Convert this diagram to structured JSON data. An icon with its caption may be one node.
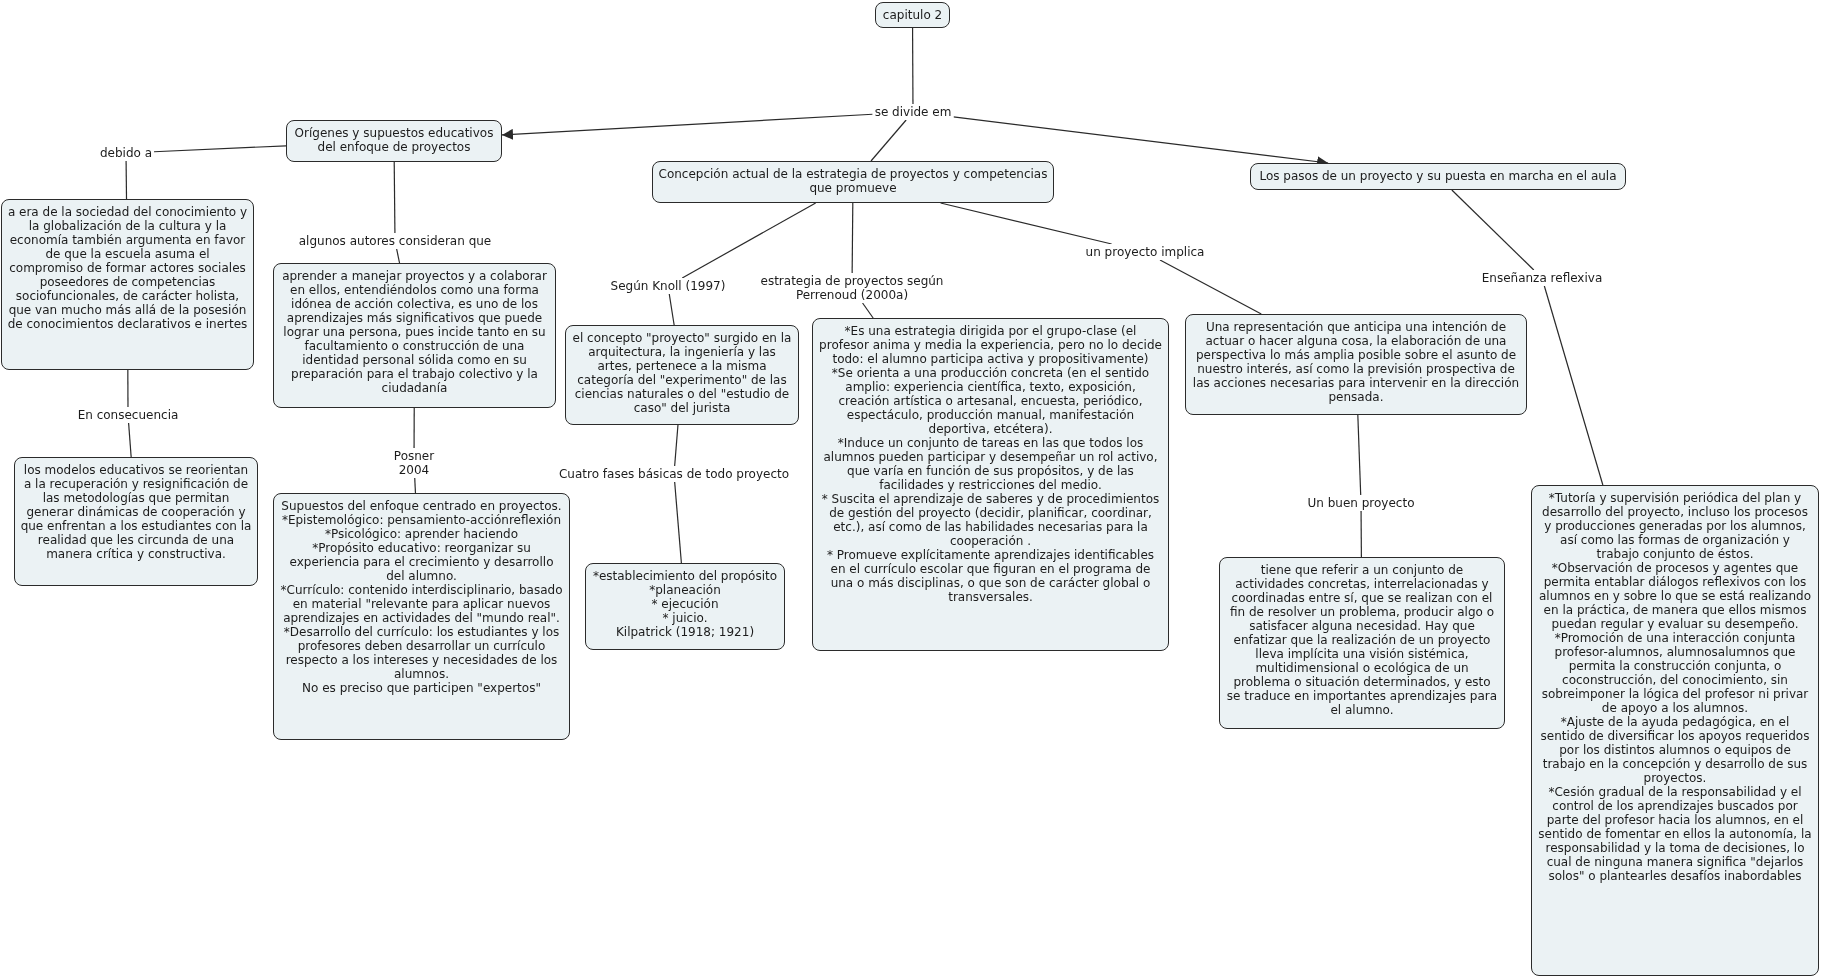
{
  "diagram": {
    "nodes": [
      {
        "text": [
          "capitulo 2"
        ]
      },
      {
        "text": [
          "se divide em"
        ]
      },
      {
        "text": [
          "Orígenes y supuestos educativos del enfoque de proyectos"
        ]
      },
      {
        "text": [
          "Concepción actual de la estrategia de proyectos y competencias que promueve"
        ]
      },
      {
        "text": [
          "Los pasos de un proyecto y su puesta en marcha en el aula"
        ]
      },
      {
        "text": [
          "debido a"
        ]
      },
      {
        "text": [
          "algunos autores consideran que"
        ]
      },
      {
        "text": [
          "Según Knoll (1997)"
        ]
      },
      {
        "text": [
          "estrategia de proyectos según Perrenoud (2000a)"
        ]
      },
      {
        "text": [
          "un proyecto implica"
        ]
      },
      {
        "text": [
          "Enseñanza reflexiva"
        ]
      },
      {
        "text": [
          "a era de la sociedad del conocimiento y la globalización de la cultura y la economía también argumenta en favor de que la escuela asuma el compromiso de formar actores sociales poseedores de competencias sociofuncionales, de carácter holista, que van mucho más allá de la posesión de conocimientos declarativos e inertes"
        ]
      },
      {
        "text": [
          "aprender a manejar proyectos y a colaborar en ellos, entendiéndolos como una forma idónea de acción colectiva, es uno de los aprendizajes más significativos que puede lograr una persona, pues incide tanto en su facultamiento o construcción de una identidad personal sólida como en su preparación para el trabajo colectivo y la ciudadanía"
        ]
      },
      {
        "text": [
          "el concepto \"proyecto\" surgido en la arquitectura, la ingeniería y las artes, pertenece a la misma categoría del \"experimento\" de las ciencias naturales o del \"estudio de caso\" del jurista"
        ]
      },
      {
        "text": [
          "*Es una estrategia dirigida por el grupo-clase (el profesor anima y media la experiencia, pero no lo decide todo: el alumno participa activa y propositivamente)",
          "*Se orienta a una producción concreta (en el sentido amplio: experiencia científica, texto, exposición, creación artística o artesanal, encuesta, periódico, espectáculo, producción manual, manifestación deportiva, etcétera).",
          "*Induce un conjunto de tareas en las que todos los alumnos pueden participar y desempeñar un rol activo, que varía en función de sus propósitos, y de las facilidades y restricciones del medio.",
          "* Suscita el aprendizaje de saberes y de procedimientos de gestión del proyecto (decidir, planificar, coordinar, etc.), así como de las habilidades necesarias para la cooperación .",
          "* Promueve explícitamente aprendizajes identificables en el currículo escolar que figuran en el programa de una o más disciplinas, o que son de carácter global o transversales."
        ]
      },
      {
        "text": [
          "Una representación que anticipa una intención de actuar o hacer alguna cosa, la elaboración de una perspectiva lo más amplia posible sobre el asunto de nuestro interés, así como la previsión prospectiva de las acciones necesarias para intervenir en la dirección pensada."
        ]
      },
      {
        "text": [
          "*Tutoría y supervisión periódica del plan y desarrollo del proyecto, incluso los procesos y producciones generadas por los alumnos, así como las formas de organización y trabajo conjunto de éstos.",
          "*Observación de procesos y agentes que permita entablar diálogos reflexivos con los alumnos en y sobre lo que se está realizando en la práctica, de manera que ellos mismos puedan regular y evaluar su desempeño.",
          "*Promoción de una interacción conjunta profesor-alumnos, alumnosalumnos que permita la construcción conjunta, o coconstrucción, del conocimiento, sin sobreimponer la lógica del profesor ni privar de apoyo a los alumnos.",
          "*Ajuste de la ayuda pedagógica, en el sentido de diversificar los apoyos requeridos por los distintos alumnos o equipos de trabajo en la concepción y desarrollo de sus proyectos.",
          "*Cesión gradual de la responsabilidad y el control de los aprendizajes buscados por parte del profesor hacia los alumnos, en el sentido de fomentar en ellos la autonomía, la responsabilidad y la toma de decisiones, lo cual de ninguna manera significa \"dejarlos solos\" o plantearles desafíos inabordables"
        ]
      },
      {
        "text": [
          "En consecuencia"
        ]
      },
      {
        "text": [
          "Posner 2004"
        ]
      },
      {
        "text": [
          "Cuatro fases básicas de todo proyecto"
        ]
      },
      {
        "text": [
          "Un buen proyecto"
        ]
      },
      {
        "text": [
          "los modelos educativos se reorientan a la recuperación y resignificación de las metodologías que permitan generar dinámicas de cooperación y que enfrentan a los estudiantes con la realidad que les circunda de una manera crítica y constructiva."
        ]
      },
      {
        "text": [
          "Supuestos del enfoque centrado en proyectos.",
          "*Epistemológico: pensamiento-acciónreflexión",
          "*Psicológico: aprender haciendo",
          "*Propósito educativo: reorganizar su experiencia para el crecimiento y desarrollo del alumno.",
          "*Currículo: contenido interdisciplinario, basado en material \"relevante para aplicar nuevos aprendizajes en actividades del \"mundo real\".",
          "*Desarrollo del currículo: los estudiantes y los profesores deben desarrollar un currículo respecto a los intereses y necesidades de los alumnos.",
          "No es preciso que participen \"expertos\""
        ]
      },
      {
        "text": [
          "*establecimiento del propósito",
          "*planeación",
          "* ejecución",
          "* juicio.",
          "Kilpatrick (1918; 1921)"
        ]
      },
      {
        "text": [
          "tiene que referir a un conjunto de actividades concretas, interrelacionadas y coordinadas entre sí, que se realizan con el fin de resolver un problema, producir algo o satisfacer alguna necesidad. Hay que enfatizar que la realización de un proyecto lleva implícita una visión sistémica, multidimensional o ecológica de un problema o situación determinados, y esto se traduce en importantes aprendizajes para el alumno."
        ]
      }
    ],
    "edges": [
      {
        "from": 0,
        "to": 1,
        "arrow": "none"
      },
      {
        "from": 1,
        "to": 2,
        "arrow": "to"
      },
      {
        "from": 1,
        "to": 3,
        "arrow": "none"
      },
      {
        "from": 1,
        "to": 4,
        "arrow": "to"
      },
      {
        "from": 2,
        "to": 5,
        "arrow": "none"
      },
      {
        "from": 5,
        "to": 11,
        "arrow": "none"
      },
      {
        "from": 2,
        "to": 6,
        "arrow": "none"
      },
      {
        "from": 6,
        "to": 12,
        "arrow": "none"
      },
      {
        "from": 11,
        "to": 17,
        "arrow": "none"
      },
      {
        "from": 17,
        "to": 21,
        "arrow": "none"
      },
      {
        "from": 12,
        "to": 18,
        "arrow": "none"
      },
      {
        "from": 18,
        "to": 22,
        "arrow": "none"
      },
      {
        "from": 3,
        "to": 7,
        "arrow": "none"
      },
      {
        "from": 7,
        "to": 13,
        "arrow": "none"
      },
      {
        "from": 3,
        "to": 8,
        "arrow": "none"
      },
      {
        "from": 8,
        "to": 14,
        "arrow": "none"
      },
      {
        "from": 3,
        "to": 9,
        "arrow": "none"
      },
      {
        "from": 9,
        "to": 15,
        "arrow": "none"
      },
      {
        "from": 13,
        "to": 19,
        "arrow": "none"
      },
      {
        "from": 19,
        "to": 23,
        "arrow": "none"
      },
      {
        "from": 4,
        "to": 10,
        "arrow": "none"
      },
      {
        "from": 10,
        "to": 16,
        "arrow": "none"
      },
      {
        "from": 15,
        "to": 20,
        "arrow": "none"
      },
      {
        "from": 20,
        "to": 24,
        "arrow": "none"
      }
    ]
  }
}
